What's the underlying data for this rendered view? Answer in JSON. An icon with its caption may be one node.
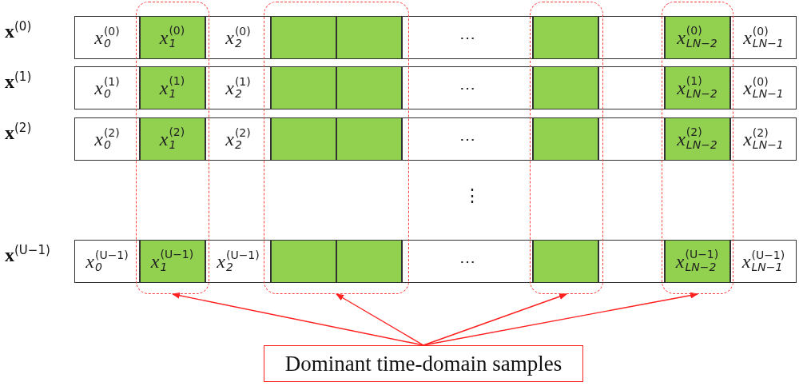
{
  "diagram": {
    "nodes": [
      {
        "text": [
          "*x*$^{(0)}$$_{0}$"
        ]
      },
      {
        "text": [
          "*x*$^{(0)}$$_{1}$"
        ],
        "in": 40
      },
      {
        "text": [
          "*x*$^{(0)}$$_{2}$"
        ]
      },
      {
        "text": [],
        "shape": "box",
        "in": 41
      },
      {
        "text": [],
        "shape": "box",
        "in": 41
      },
      {
        "text": [
          "⋯"
        ]
      },
      {
        "text": [],
        "shape": "box",
        "in": 42
      },
      {
        "text": [],
        "shape": "box"
      },
      {
        "text": [
          "*x*$^{(0)}$$_{LN−2}$"
        ],
        "in": 43
      },
      {
        "text": [
          "*x*$^{(0)}$$_{LN−1}$"
        ]
      },
      {
        "text": [
          "*x*$^{(1)}$$_{0}$"
        ]
      },
      {
        "text": [
          "*x*$^{(1)}$$_{1}$"
        ],
        "in": 40
      },
      {
        "text": [
          "*x*$^{(1)}$$_{2}$"
        ]
      },
      {
        "text": [],
        "shape": "box",
        "in": 41
      },
      {
        "text": [],
        "shape": "box",
        "in": 41
      },
      {
        "text": [
          "⋯"
        ]
      },
      {
        "text": [],
        "shape": "box",
        "in": 42
      },
      {
        "text": [],
        "shape": "box"
      },
      {
        "text": [
          "*x*$^{(1)}$$_{LN−2}$"
        ],
        "in": 43
      },
      {
        "text": [
          "*x*$^{(0)}$$_{LN−1}$"
        ]
      },
      {
        "text": [
          "*x*$^{(2)}$$_{0}$"
        ]
      },
      {
        "text": [
          "*x*$^{(2)}$$_{1}$"
        ],
        "in": 40
      },
      {
        "text": [
          "*x*$^{(2)}$$_{2}$"
        ]
      },
      {
        "text": [],
        "shape": "box",
        "in": 41
      },
      {
        "text": [],
        "shape": "box",
        "in": 41
      },
      {
        "text": [
          "⋯"
        ]
      },
      {
        "text": [],
        "shape": "box",
        "in": 42
      },
      {
        "text": [],
        "shape": "box"
      },
      {
        "text": [
          "*x*$^{(2)}$$_{LN−2}$"
        ],
        "in": 43
      },
      {
        "text": [
          "*x*$^{(2)}$$_{LN−1}$"
        ]
      },
      {
        "text": [
          "*x*$^{(U−1)}$$_{0}$"
        ]
      },
      {
        "text": [
          "*x*$^{(U−1)}$$_{1}$"
        ],
        "in": 40
      },
      {
        "text": [
          "*x*$^{(U−1)}$$_{2}$"
        ]
      },
      {
        "text": [],
        "shape": "box",
        "in": 41
      },
      {
        "text": [],
        "shape": "box",
        "in": 41
      },
      {
        "text": [
          "⋯"
        ]
      },
      {
        "text": [],
        "shape": "box",
        "in": 42
      },
      {
        "text": [],
        "shape": "box"
      },
      {
        "text": [
          "*x*$^{(U−1)}$$_{LN−2}$"
        ],
        "in": 43
      },
      {
        "text": [
          "*x*$^{(U−1)}$$_{LN−1}$"
        ]
      },
      {
        "text": [],
        "shape": "box"
      },
      {
        "text": [],
        "shape": "box"
      },
      {
        "text": [],
        "shape": "box"
      },
      {
        "text": [],
        "shape": "box"
      },
      {
        "text": [
          "Dominant time-domain samples"
        ]
      }
    ],
    "edges": [
      {
        "from": 44,
        "to": 40,
        "arrow": "to"
      },
      {
        "from": 44,
        "to": 41,
        "arrow": "to"
      },
      {
        "from": 44,
        "to": 42,
        "arrow": "to"
      },
      {
        "from": 44,
        "to": 43,
        "arrow": "to"
      }
    ],
    "labels": [
      "**x**$^{(0)}$",
      "**x**$^{(1)}$",
      "**x**$^{(2)}$",
      "⋮",
      "**x**$^{(U−1)}$"
    ]
  }
}
